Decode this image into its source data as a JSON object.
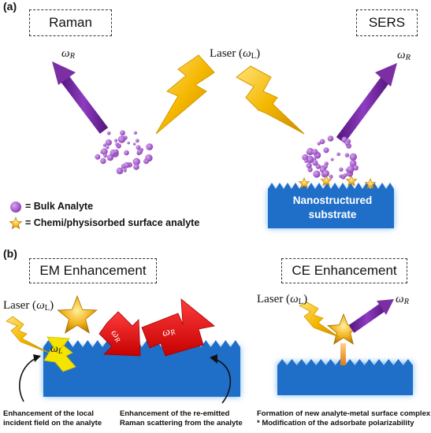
{
  "panel_a": {
    "label": "(a)",
    "raman_box": "Raman",
    "sers_box": "SERS",
    "laser_label": "Laser (",
    "laser_symbol": "ω",
    "laser_sub": "L",
    "omega_r_left_symbol": "ω",
    "omega_r_left_sub": "R",
    "omega_r_right_symbol": "ω",
    "omega_r_right_sub": "R",
    "substrate_label_line1": "Nanostructured",
    "substrate_label_line2": "substrate",
    "legend": {
      "bulk": "= Bulk Analyte",
      "surface": "= Chemi/physisorbed surface analyte"
    }
  },
  "panel_b": {
    "label": "(b)",
    "em_box": "EM Enhancement",
    "ce_box": "CE Enhancement",
    "em_laser_label": "Laser (",
    "em_laser_symbol": "ω",
    "em_laser_sub": "L",
    "ce_laser_label": "Laser (",
    "ce_laser_symbol": "ω",
    "ce_laser_sub": "L",
    "yellow_arrow_symbol": "ω",
    "yellow_arrow_sub": "L",
    "red_arrow1_symbol": "ω",
    "red_arrow1_sub": "R",
    "red_arrow2_symbol": "ω",
    "red_arrow2_sub": "R",
    "ce_omega_symbol": "ω",
    "ce_omega_sub": "R",
    "caption_local_line1": "Enhancement of the local",
    "caption_local_line2": "incident field on the analyte",
    "caption_reemitted_line1": "Enhancement of the re-emitted",
    "caption_reemitted_line2": "Raman scattering from the analyte",
    "caption_ce_line1": "Formation of new analyte-metal surface complex",
    "caption_ce_line2": "* Modification of the adsorbate polarizability"
  },
  "colors": {
    "purple": "#7b2fa3",
    "molecule": "#a05cc8",
    "gold": "#f5b800",
    "substrate": "#1f6fc8",
    "glow": "#7ab8f0",
    "red": "#e01010"
  }
}
